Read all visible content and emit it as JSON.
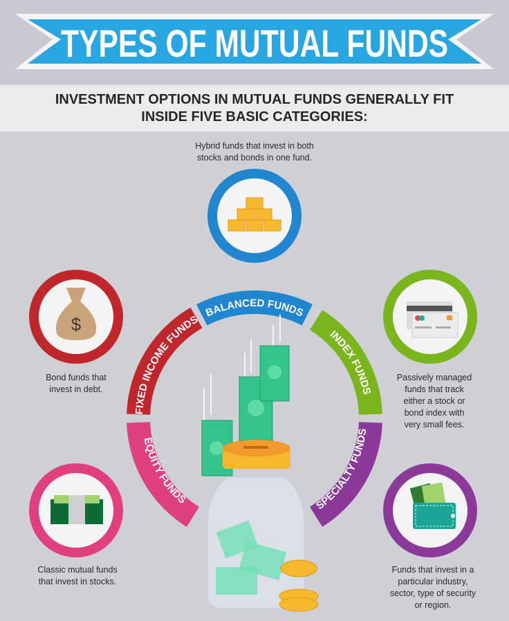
{
  "header": {
    "title": "TYPES OF MUTUAL FUNDS",
    "subtitle_lines": [
      "INVESTMENT OPTIONS IN MUTUAL FUNDS GENERALLY FIT",
      "INSIDE FIVE  BASIC CATEGORIES:"
    ]
  },
  "colors": {
    "banner": "#29a6e0",
    "balanced": "#1f86cf",
    "index": "#7ab51d",
    "specialty": "#8b3a9a",
    "equity": "#e0407f",
    "fixed_income": "#c0272d"
  },
  "categories": {
    "balanced": {
      "label": "BALANCED FUNDS",
      "icon": "gold-bars-icon",
      "desc": [
        "Hybrid funds that invest in both",
        "stocks and bonds in one fund."
      ]
    },
    "fixed_income": {
      "label": "FIXED INCOME FUNDS",
      "icon": "money-bag-icon",
      "desc": [
        "Bond funds that",
        "invest in debt."
      ]
    },
    "index": {
      "label": "INDEX FUNDS",
      "icon": "credit-card-icon",
      "desc": [
        "Passively managed",
        "funds that track",
        "either a stock or",
        "bond index with",
        "very small fees."
      ]
    },
    "equity": {
      "label": "EQUITY FUNDS",
      "icon": "cash-stack-icon",
      "desc": [
        "Classic mutual funds",
        "that invest in stocks."
      ]
    },
    "specialty": {
      "label": "SPECIALTY FUNDS",
      "icon": "wallet-icon",
      "desc": [
        "Funds that invest in a",
        "particular industry,",
        "sector, type of security",
        "or region."
      ]
    }
  },
  "center_icon": "money-jar-icon",
  "dollar_sign": "$"
}
